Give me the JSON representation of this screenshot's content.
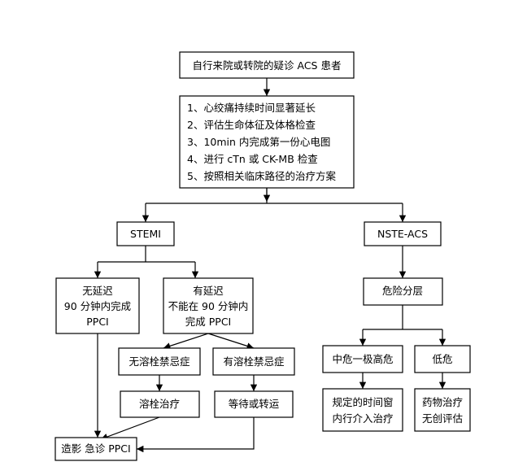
{
  "diagram": {
    "nodes": {
      "start": [
        "自行来院或转院的疑诊 ACS 患者"
      ],
      "assess": [
        "1、心绞痛持续时间显著延长",
        "2、评估生命体征及体格检查",
        "3、10min 内完成第一份心电图",
        "4、进行 cTn 或 CK-MB 检查",
        "5、按照相关临床路径的治疗方案"
      ],
      "stemi": [
        "STEMI"
      ],
      "nste": [
        "NSTE-ACS"
      ],
      "no_delay": [
        "无延迟",
        "90 分钟内完成",
        "PPCI"
      ],
      "delay": [
        "有延迟",
        "不能在 90 分钟内",
        "完成 PPCI"
      ],
      "no_contra": [
        "无溶栓禁忌症"
      ],
      "has_contra": [
        "有溶栓禁忌症"
      ],
      "thrombolysis": [
        "溶栓治疗"
      ],
      "wait_transfer": [
        "等待或转运"
      ],
      "angio": [
        "造影  急诊 PPCI"
      ],
      "risk": [
        "危险分层"
      ],
      "mid_high": [
        "中危一极高危"
      ],
      "low": [
        "低危"
      ],
      "window": [
        "规定的时间窗",
        "内行介入治疗"
      ],
      "drug": [
        "药物治疗",
        "无创评估"
      ]
    }
  }
}
